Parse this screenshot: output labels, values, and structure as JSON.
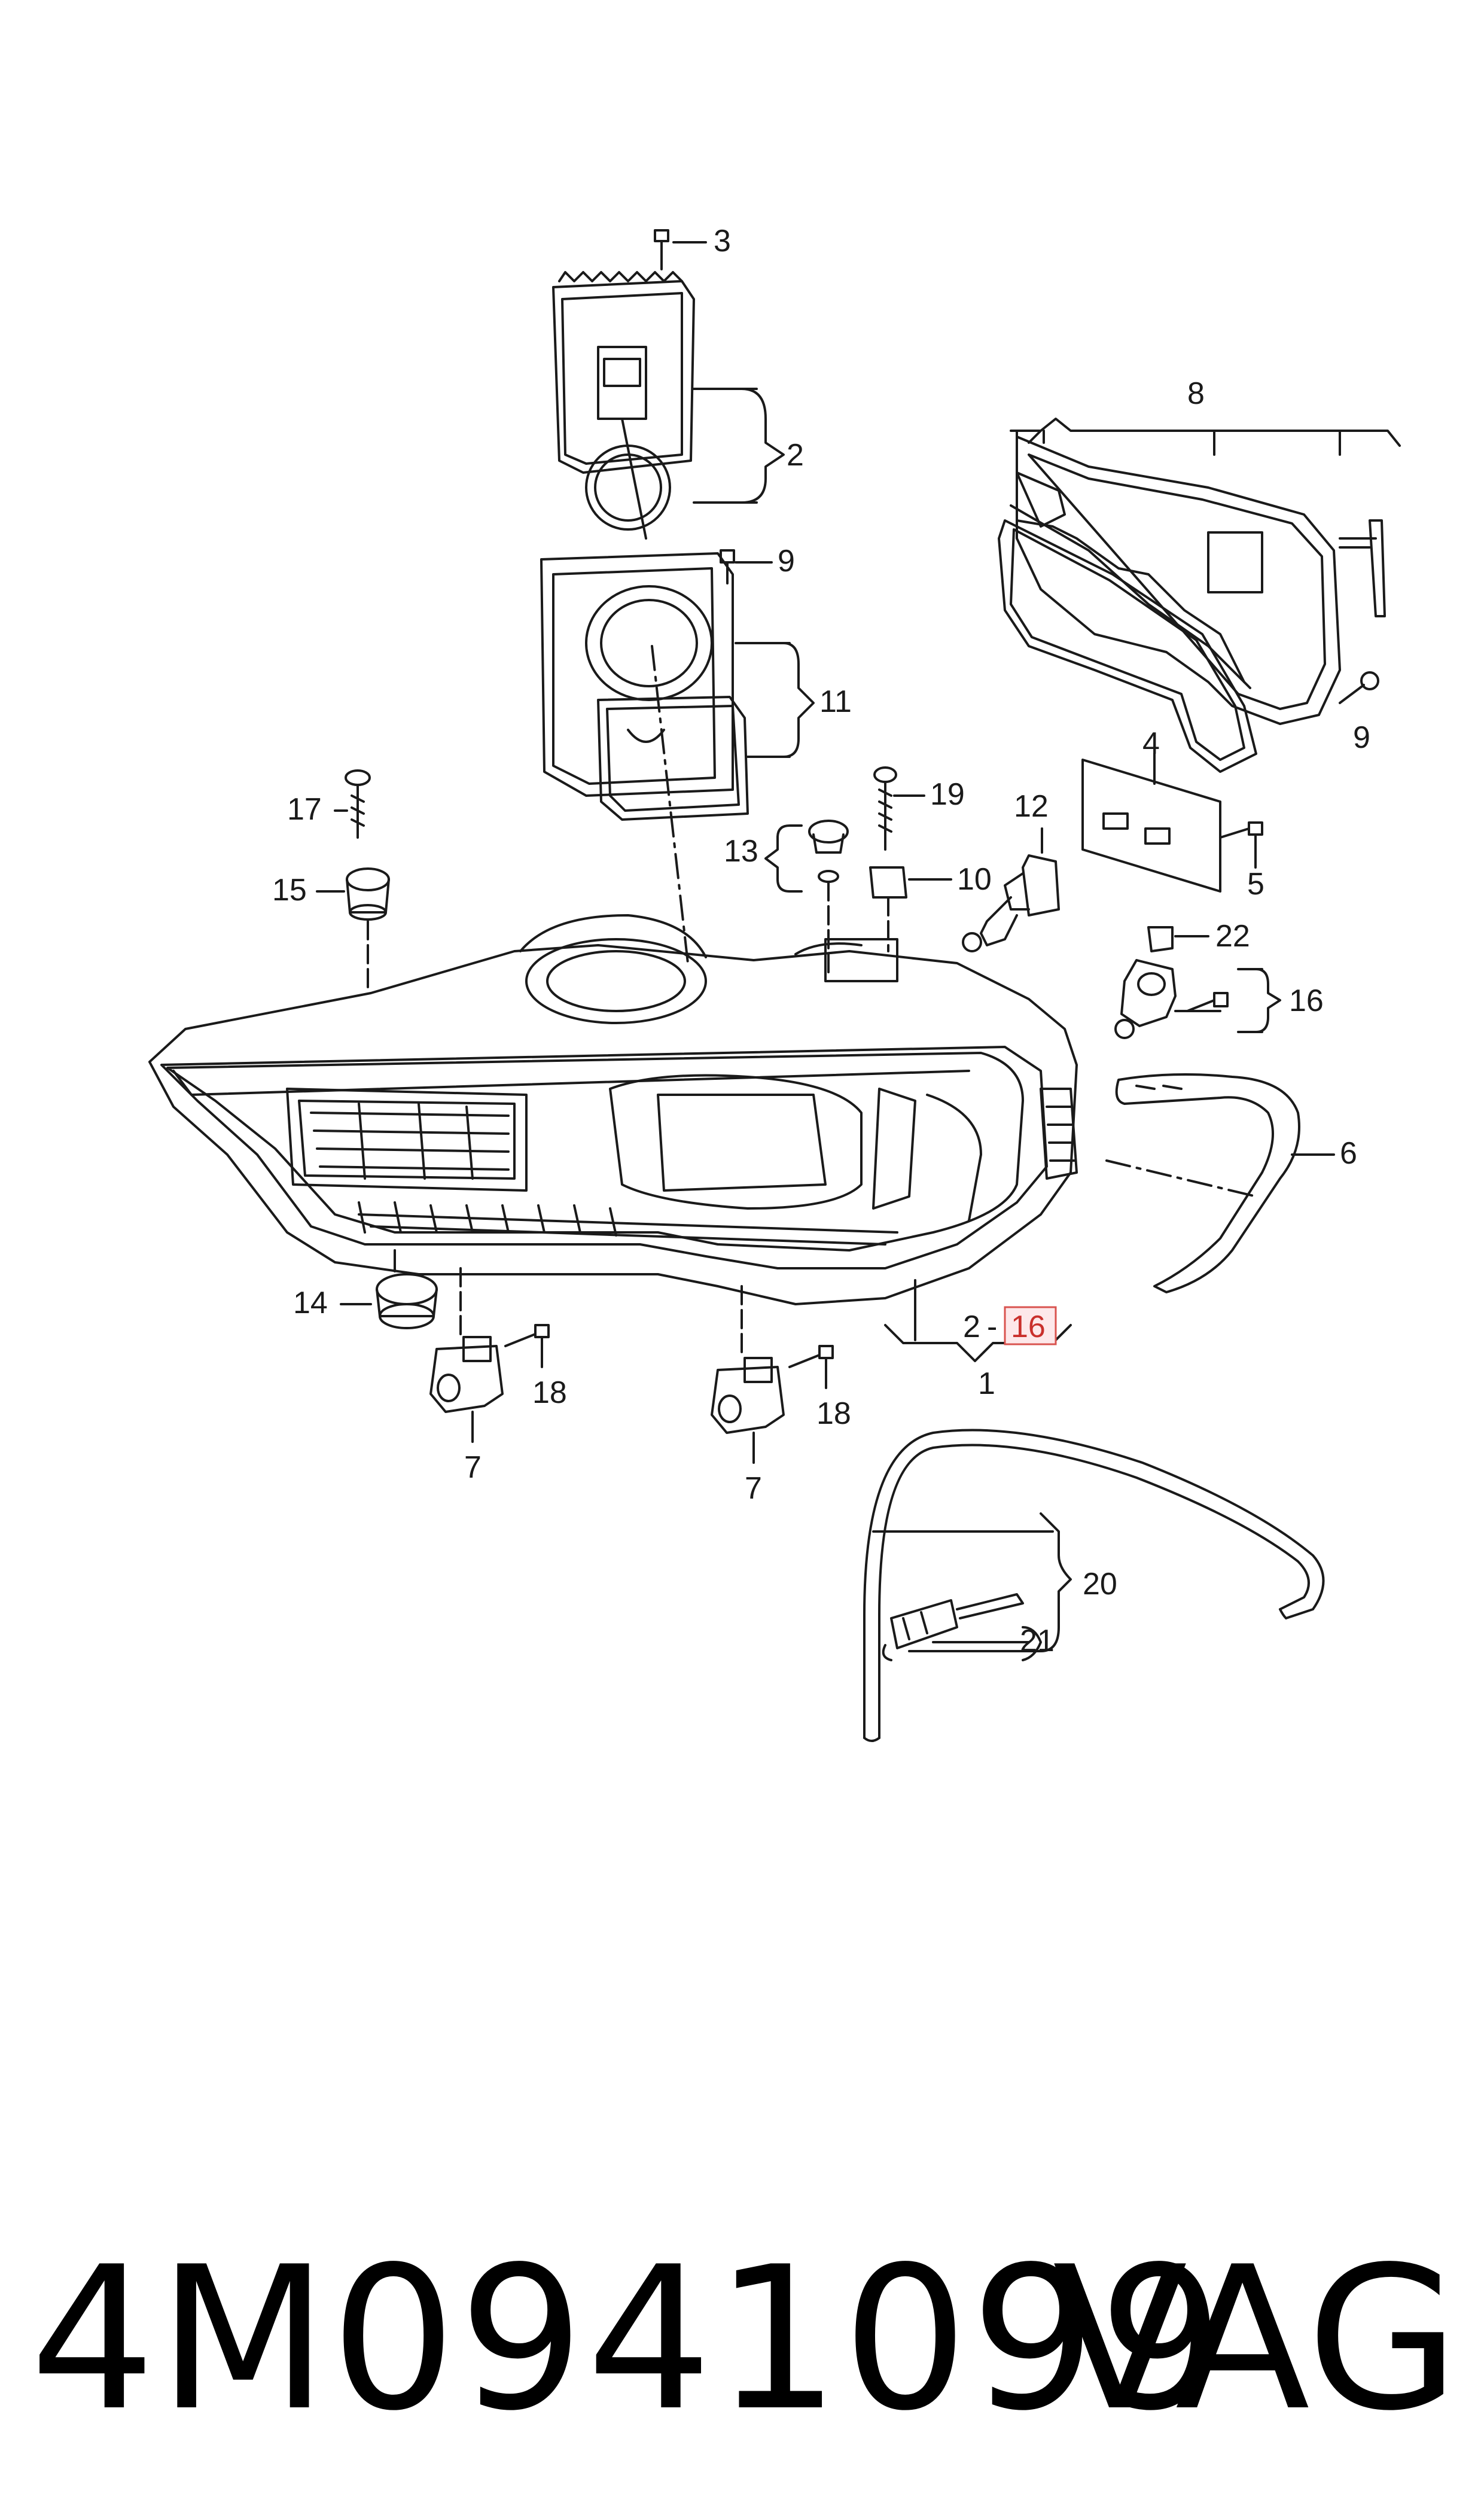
{
  "callouts": {
    "c1": "1",
    "c2": "2",
    "c2b": "2",
    "c3": "3",
    "c4": "4",
    "c5": "5",
    "c6": "6",
    "c7a": "7",
    "c7b": "7",
    "c8": "8",
    "c9a": "9",
    "c9b": "9",
    "c10": "10",
    "c11": "11",
    "c12": "12",
    "c13": "13",
    "c14": "14",
    "c15": "15",
    "c16": "16",
    "c16b": "16",
    "c17": "17",
    "c18a": "18",
    "c18b": "18",
    "c19": "19",
    "c20": "20",
    "c21": "21",
    "c22": "22",
    "range_dash": "-"
  },
  "footer": {
    "part_number": "4M0941099",
    "brand": "VAG"
  },
  "colors": {
    "line": "#1a1a1a",
    "highlight_fill": "#fde8ea",
    "highlight_stroke": "#d9534f"
  }
}
